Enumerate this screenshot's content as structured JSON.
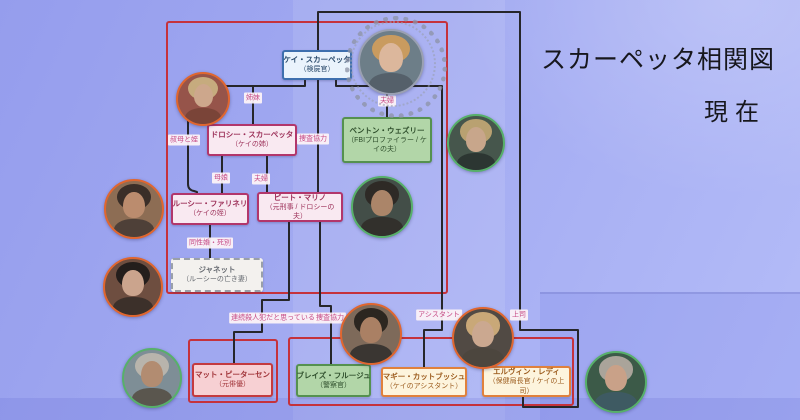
{
  "title": {
    "main": "スカーペッタ相関図",
    "sub": "現在"
  },
  "people": [
    {
      "id": "kay",
      "name": "ケイ・スカーペッタ",
      "role": "（検屍官）",
      "palette": "blue"
    },
    {
      "id": "dorothy",
      "name": "ドロシー・スカーペッタ",
      "role": "（ケイの姉）",
      "palette": "pink"
    },
    {
      "id": "benton",
      "name": "ベントン・ウェズリー",
      "role": "（FBIプロファイラー / ケイの夫）",
      "palette": "green"
    },
    {
      "id": "lucy",
      "name": "ルーシー・ファリネリ",
      "role": "（ケイの姪）",
      "palette": "pink"
    },
    {
      "id": "marino",
      "name": "ピート・マリノ",
      "role": "（元刑事 / ドロシーの夫）",
      "palette": "pink"
    },
    {
      "id": "janet",
      "name": "ジャネット",
      "role": "（ルーシーの亡き妻）",
      "palette": "dashed"
    },
    {
      "id": "matt",
      "name": "マット・ピーターセン",
      "role": "（元俳優）",
      "palette": "lightred"
    },
    {
      "id": "blaise",
      "name": "ブレイズ・フルージュ",
      "role": "（警察官）",
      "palette": "green"
    },
    {
      "id": "maggie",
      "name": "マギー・カットブッシュ",
      "role": "（ケイのアシスタント）",
      "palette": "cream"
    },
    {
      "id": "elvin",
      "name": "エルヴィン・レディ",
      "role": "（保健局長官 / ケイの上司）",
      "palette": "cream"
    }
  ],
  "relationship_labels": [
    {
      "id": "shimai",
      "text": "姉妹"
    },
    {
      "id": "fufu-kb",
      "text": "夫婦"
    },
    {
      "id": "obatomei",
      "text": "叔母と姪"
    },
    {
      "id": "sosa-km",
      "text": "捜査協力"
    },
    {
      "id": "boshi",
      "text": "母娘"
    },
    {
      "id": "fufu-dm",
      "text": "夫婦"
    },
    {
      "id": "doseikon",
      "text": "同性婚・死別"
    },
    {
      "id": "renzoku",
      "text": "連続殺人犯だと思っている"
    },
    {
      "id": "sosa-b",
      "text": "捜査協力"
    },
    {
      "id": "assistant",
      "text": "アシスタント"
    },
    {
      "id": "joshi",
      "text": "上司"
    }
  ],
  "edges": [
    {
      "from": "kay",
      "to": "dorothy",
      "label": "姉妹"
    },
    {
      "from": "kay",
      "to": "benton",
      "label": "夫婦"
    },
    {
      "from": "kay",
      "to": "lucy",
      "label": "叔母と姪"
    },
    {
      "from": "kay",
      "to": "marino",
      "label": "捜査協力"
    },
    {
      "from": "dorothy",
      "to": "lucy",
      "label": "母娘"
    },
    {
      "from": "dorothy",
      "to": "marino",
      "label": "夫婦"
    },
    {
      "from": "lucy",
      "to": "janet",
      "label": "同性婚・死別"
    },
    {
      "from": "marino",
      "to": "matt",
      "label": "連続殺人犯だと思っている"
    },
    {
      "from": "marino",
      "to": "blaise",
      "label": "捜査協力"
    },
    {
      "from": "kay",
      "to": "maggie",
      "label": "アシスタント"
    },
    {
      "from": "kay",
      "to": "elvin",
      "label": "上司"
    }
  ],
  "photos": [
    {
      "person": "kay",
      "ring": "#9aa0b2",
      "hair": "#c99b5f",
      "skin": "#dcb79c",
      "torso": "#55606a",
      "bg": "#6d7e88",
      "decoration": "laurel-wreath"
    },
    {
      "person": "dorothy",
      "ring": "#e0662f",
      "hair": "#c6ab7e",
      "skin": "#cda78c",
      "torso": "#7a4438",
      "bg": "#96544a"
    },
    {
      "person": "benton",
      "ring": "#57b06a",
      "hair": "#b9a171",
      "skin": "#c8a68b",
      "torso": "#2c3632",
      "bg": "#46564c"
    },
    {
      "person": "lucy",
      "ring": "#e0662f",
      "hair": "#3a2e28",
      "skin": "#bb8c6e",
      "torso": "#4e4038",
      "bg": "#8d6d54"
    },
    {
      "person": "marino",
      "ring": "#57b06a",
      "hair": "#2e2a26",
      "skin": "#ab8569",
      "torso": "#32302c",
      "bg": "#434e48"
    },
    {
      "person": "janet",
      "ring": "#e0662f",
      "hair": "#241e1c",
      "skin": "#cba48d",
      "torso": "#3c302a",
      "bg": "#6e4e40"
    },
    {
      "person": "matt",
      "ring": "#57b06a",
      "hair": "#b8b4ac",
      "skin": "#b28c71",
      "torso": "#5a564e",
      "bg": "#7e8e96"
    },
    {
      "person": "blaise",
      "ring": "#e0662f",
      "hair": "#2c2620",
      "skin": "#aa8064",
      "torso": "#3a3632",
      "bg": "#7e6a5a"
    },
    {
      "person": "maggie",
      "ring": "#e0662f",
      "hair": "#c9a878",
      "skin": "#cba890",
      "torso": "#4c463e",
      "bg": "#514a44"
    },
    {
      "person": "elvin",
      "ring": "#57b06a",
      "hair": "#aaa49a",
      "skin": "#c9a188",
      "torso": "#3e5a62",
      "bg": "#3c5a48"
    }
  ],
  "colors": {
    "background": "#a2aaf1",
    "group_outline": "#c5323c",
    "connector": "#26262a",
    "chip_text": "#c64a85",
    "chip_bg": "#fcf2f7",
    "ring_female": "#e0662f",
    "ring_male": "#57b06a",
    "palette_blue_border": "#3e6fae",
    "palette_pink_border": "#b2366b",
    "palette_green_border": "#55914f",
    "palette_cream_border": "#e0813c",
    "palette_lightred_border": "#c43a3f",
    "title_color": "#17171d"
  }
}
